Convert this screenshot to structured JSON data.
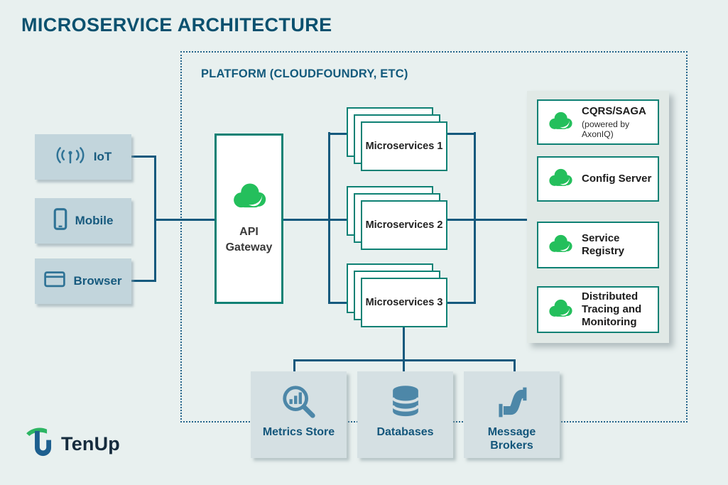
{
  "title": "MICROSERVICE ARCHITECTURE",
  "platform": {
    "label": "PLATFORM (CLOUDFOUNDRY, ETC)"
  },
  "clients": [
    {
      "label": "IoT",
      "icon": "iot-antenna-icon"
    },
    {
      "label": "Mobile",
      "icon": "mobile-phone-icon"
    },
    {
      "label": "Browser",
      "icon": "browser-window-icon"
    }
  ],
  "api_gateway": {
    "label": "API Gateway",
    "icon": "cloud-icon"
  },
  "microservices": [
    {
      "label": "Microservices 1"
    },
    {
      "label": "Microservices 2"
    },
    {
      "label": "Microservices 3"
    }
  ],
  "platform_services": [
    {
      "label": "CQRS/SAGA",
      "sublabel": "(powered by AxonIQ)",
      "icon": "cloud-icon"
    },
    {
      "label": "Config Server",
      "icon": "cloud-icon"
    },
    {
      "label": "Service Registry",
      "icon": "cloud-icon"
    },
    {
      "label": "Distributed Tracing and Monitoring",
      "icon": "cloud-icon"
    }
  ],
  "infrastructure": [
    {
      "label": "Metrics Store",
      "icon": "metrics-magnifier-icon"
    },
    {
      "label": "Databases",
      "icon": "database-icon"
    },
    {
      "label": "Message Brokers",
      "icon": "message-pipe-icon"
    }
  ],
  "logo": {
    "text": "TenUp"
  },
  "colors": {
    "background": "#e8f0ef",
    "title": "#0b516f",
    "connector_line": "#15597d",
    "teal_border": "#0e8174",
    "cloud_green": "#24bf5c",
    "client_box": "#c2d5dc",
    "client_text": "#175a7e",
    "infra_box": "#d5e0e3",
    "infra_icon": "#4d87a8",
    "panel_background": "#e1e9e6",
    "dotted_border": "#24648a"
  }
}
